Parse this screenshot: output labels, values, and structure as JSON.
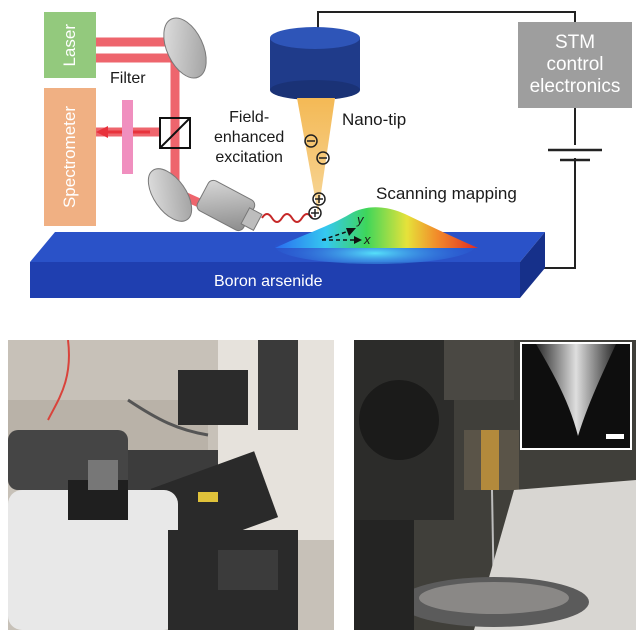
{
  "diagram": {
    "laser_label": "Laser",
    "spectrometer_label": "Spectrometer",
    "filter_label": "Filter",
    "field_enhanced_label": [
      "Field-",
      "enhanced",
      "excitation"
    ],
    "nano_tip_label": "Nano-tip",
    "stm_label": [
      "STM",
      "control",
      "electronics"
    ],
    "scanning_label": "Scanning mapping",
    "substrate_label": "Boron arsenide",
    "axis_y": "y",
    "axis_x": "x",
    "colors": {
      "laser_box": "#93c97d",
      "spectrometer_box": "#f0b083",
      "stm_box": "#9e9e9e",
      "beam": "#e8323c",
      "substrate": "#1f3fb0",
      "tip": "#f4b955"
    }
  },
  "photos": {
    "left_description_icon": "microscope-setup-photo",
    "right_description_icon": "tip-closeup-photo",
    "inset_icon": "tip-sem-inset"
  }
}
